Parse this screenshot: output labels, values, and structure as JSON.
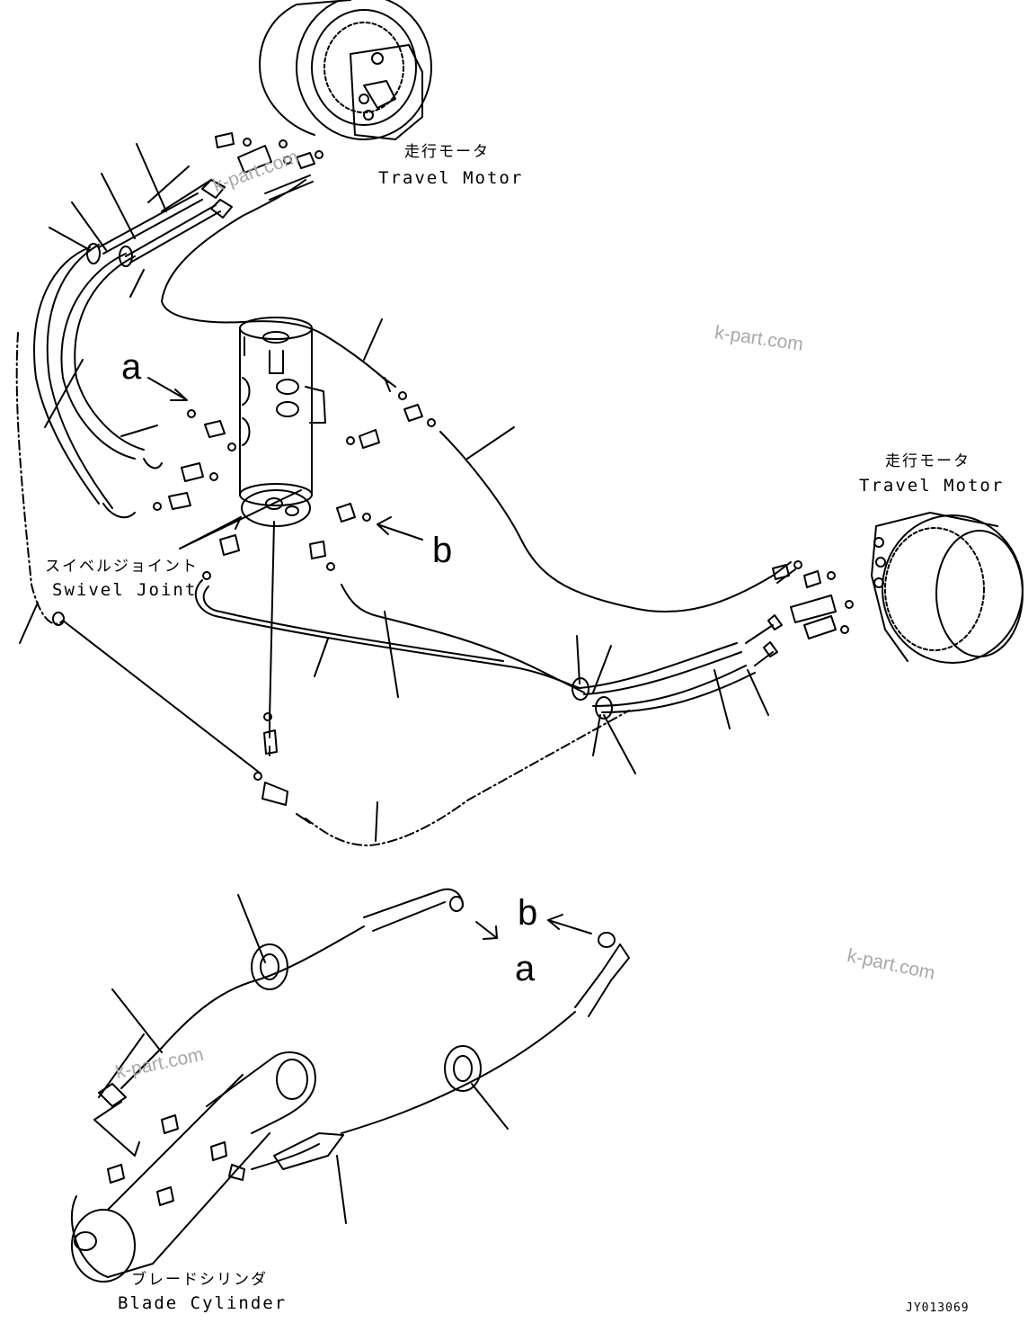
{
  "labels": {
    "travel_motor_top": {
      "jp": "走行モータ",
      "en": "Travel Motor"
    },
    "travel_motor_right": {
      "jp": "走行モータ",
      "en": "Travel Motor"
    },
    "swivel_joint": {
      "jp": "スイベルジョイント",
      "en": "Swivel Joint"
    },
    "blade_cylinder": {
      "jp": "ブレードシリンダ",
      "en": "Blade Cylinder"
    }
  },
  "view_markers": {
    "a_upper": "a",
    "b_upper": "b",
    "b_lower": "b",
    "a_lower": "a"
  },
  "watermarks": [
    "k-part.com",
    "k-part.com",
    "k-part.com",
    "k-part.com"
  ],
  "drawing_number": "JY013069",
  "colors": {
    "line": "#000000",
    "watermark": "#a8a8a8",
    "background": "#ffffff"
  }
}
